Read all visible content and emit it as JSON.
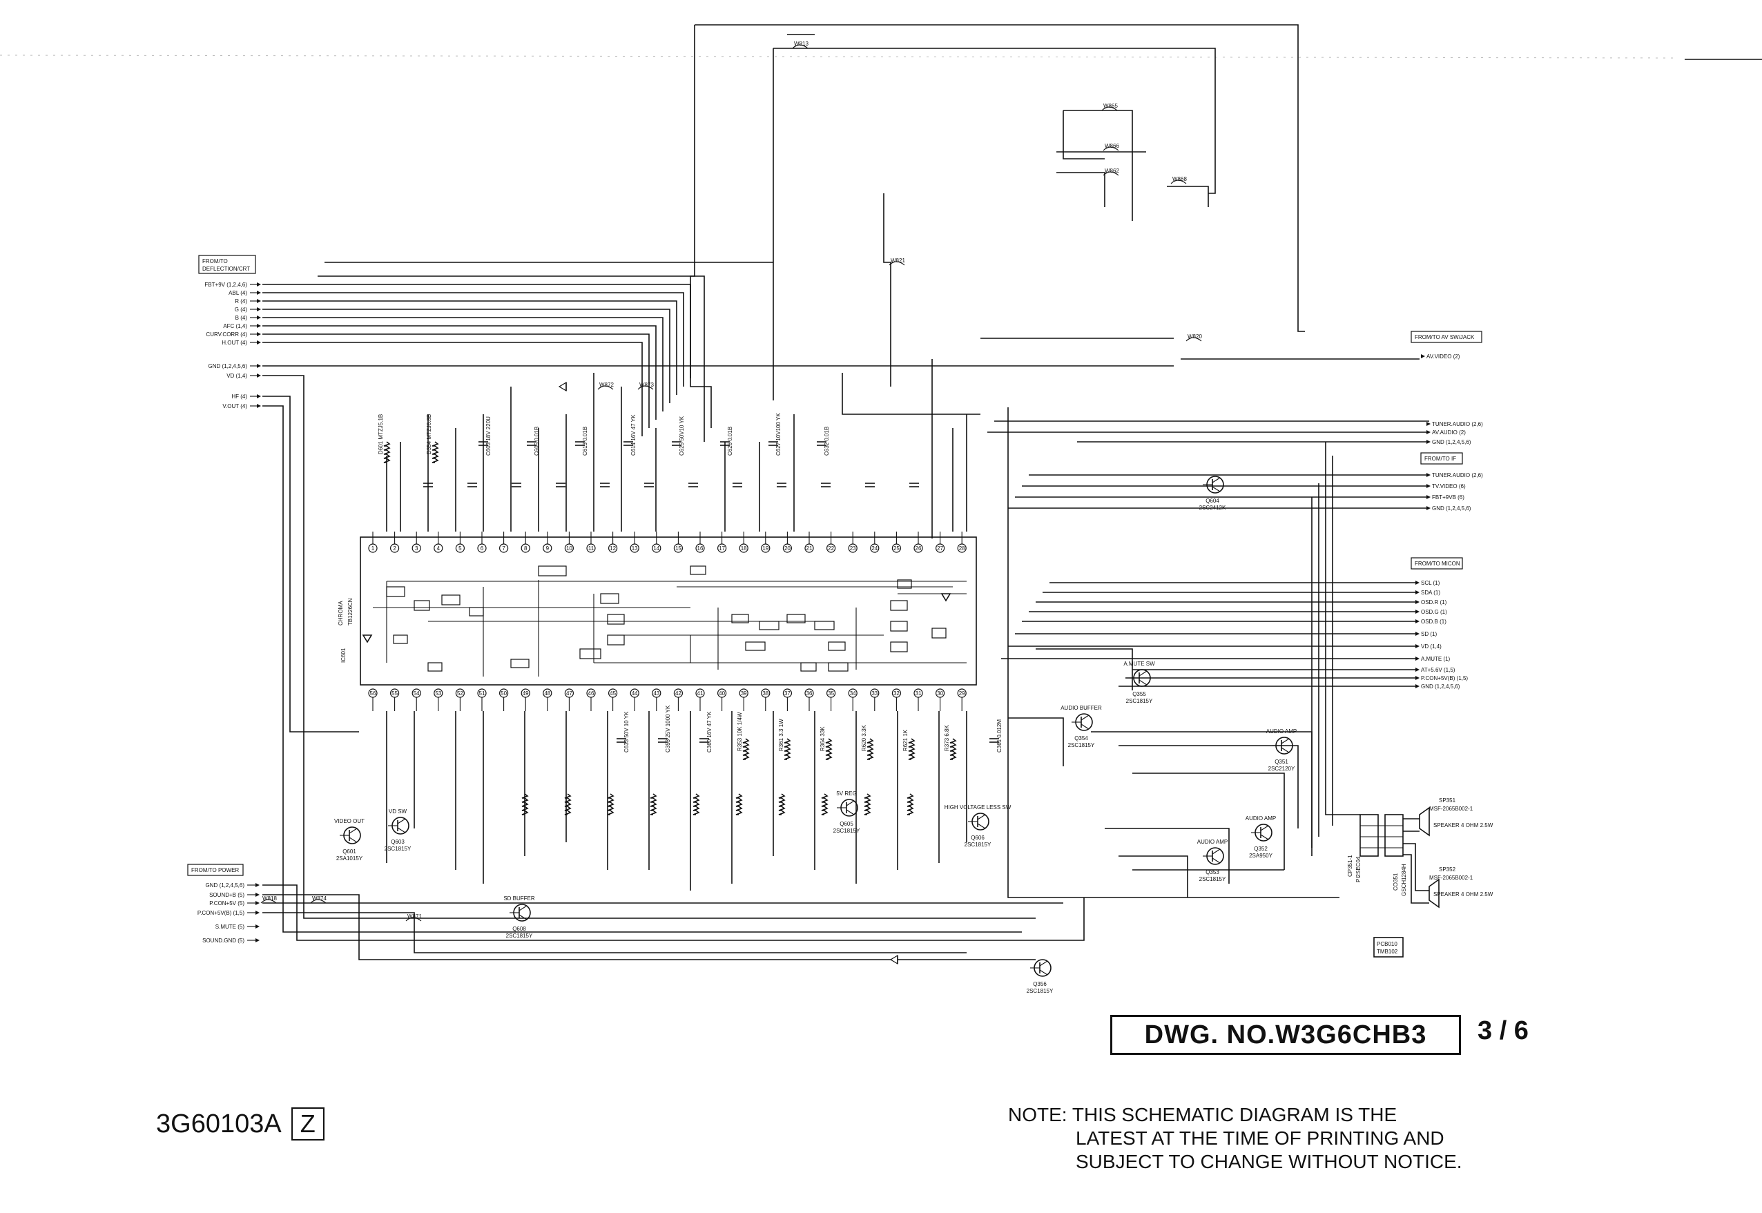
{
  "drawing": {
    "dwg_no": "DWG. NO.W3G6CHB3",
    "sheet": "3 / 6",
    "doc_code": "3G60103A",
    "revision": "Z",
    "note_prefix": "NOTE:",
    "note_lines": [
      "THIS SCHEMATIC DIAGRAM IS THE",
      "LATEST AT THE TIME OF PRINTING AND",
      "SUBJECT TO CHANGE WITHOUT NOTICE."
    ],
    "pcb_board": "PCB010",
    "pcb_sub": "TMB102"
  },
  "connectors": {
    "deflection": {
      "title": "FROM/TO DEFLECTION/CRT",
      "signals": [
        "FBT+9V (1,2,4,6)",
        "ABL (4)",
        "R (4)",
        "G (4)",
        "B (4)",
        "AFC (1,4)",
        "CURV.CORR (4)",
        "H.OUT (4)",
        "GND (1,2,4,5,6)",
        "VD (1,4)",
        "HF (4)",
        "V.OUT (4)"
      ]
    },
    "power": {
      "title": "FROM/TO POWER",
      "signals": [
        "GND (1,2,4,5,6)",
        "SOUND+B (5)",
        "P.CON+5V (5)",
        "P.CON+5V(B) (1,5)",
        "S.MUTE (5)",
        "SOUND.GND (5)"
      ]
    },
    "av": {
      "title": "FROM/TO AV SW/JACK",
      "signals": [
        "AV.VIDEO (2)"
      ]
    },
    "if": {
      "title": "FROM/TO IF",
      "signals": [
        "TUNER.AUDIO (2,6)",
        "AV.AUDIO (2)",
        "GND (1,2,4,5,6)",
        "TUNER.AUDIO (2,6)",
        "TV.VIDEO (6)",
        "FBT+9VB (6)",
        "GND (1,2,4,5,6)"
      ]
    },
    "micon": {
      "title": "FROM/TO MICON",
      "signals": [
        "SCL (1)",
        "SDA (1)",
        "OSD.R (1)",
        "OSD.G (1)",
        "OSD.B (1)",
        "SD (1)",
        "VD (1,4)",
        "A.MUTE (1)",
        "AT+5.6V (1,5)",
        "P.CON+5V(B) (1,5)",
        "GND (1,2,4,5,6)"
      ]
    }
  },
  "ic": {
    "ref": "IC601",
    "part": "TB1226CN",
    "label": "CHROMA"
  },
  "components": {
    "transistors": [
      {
        "ref": "Q601",
        "part": "2SA1015Y",
        "role": "VIDEO OUT"
      },
      {
        "ref": "Q603",
        "part": "2SC1815Y",
        "role": "VD SW"
      },
      {
        "ref": "Q604",
        "part": "2SC2412K",
        "role": ""
      },
      {
        "ref": "Q605",
        "part": "2SC1815Y",
        "role": "5V REG"
      },
      {
        "ref": "Q606",
        "part": "2SC1815Y",
        "role": "HIGH VOLTAGE LESS SW"
      },
      {
        "ref": "Q608",
        "part": "2SC1815Y",
        "role": "SD BUFFER"
      },
      {
        "ref": "Q351",
        "part": "2SC2120Y",
        "role": "AUDIO AMP"
      },
      {
        "ref": "Q352",
        "part": "2SA950Y",
        "role": "AUDIO AMP"
      },
      {
        "ref": "Q353",
        "part": "2SC1815Y",
        "role": "AUDIO AMP"
      },
      {
        "ref": "Q354",
        "part": "2SC1815Y",
        "role": "AUDIO BUFFER"
      },
      {
        "ref": "Q355",
        "part": "2SC1815Y",
        "role": "A.MUTE SW"
      },
      {
        "ref": "Q356",
        "part": "2SC1815Y",
        "role": ""
      }
    ],
    "parts": [
      "D601 MTZJ5.1B",
      "D354 MTZJ6.8B",
      "C603 18V 220U",
      "C605 0.01B",
      "C613 0.01B",
      "C614 16V 47 YK",
      "C625 50V10 YK",
      "C626 0.01B",
      "C627 10V100 YK",
      "C632 0.01B",
      "C633 50V 10 YK",
      "C353 25V 1000 YK",
      "C360 16V 47 YK",
      "R353 10K 1/4W",
      "R361 3.3 1W",
      "R364 33K",
      "R620 3.3K",
      "R621 1K",
      "R373 6.8K",
      "C361 0.012M"
    ],
    "speakers": [
      {
        "ref": "SP351",
        "part": "MSF-2065B002-1",
        "spec": "SPEAKER 4 OHM 2.5W"
      },
      {
        "ref": "SP352",
        "part": "MSF-2065B002-1",
        "spec": "SPEAKER 4 OHM 2.5W"
      }
    ],
    "jacks": [
      "CP351-1 PI2SEC04",
      "CO351 GSCH1284H"
    ]
  },
  "jumpers": [
    "W813",
    "W865",
    "W866",
    "W862",
    "W868",
    "W820",
    "W821",
    "W818",
    "W874",
    "W871",
    "W872",
    "W873"
  ],
  "ic_top_pins": [
    "1",
    "2",
    "3",
    "4",
    "5",
    "6",
    "7",
    "8",
    "9",
    "10",
    "11",
    "12",
    "13",
    "14",
    "15",
    "16",
    "17",
    "18",
    "19",
    "20",
    "21",
    "22",
    "23",
    "24",
    "25",
    "26",
    "27",
    "28"
  ],
  "ic_bottom_pins": [
    "56",
    "55",
    "54",
    "53",
    "52",
    "51",
    "50",
    "49",
    "48",
    "47",
    "46",
    "45",
    "44",
    "43",
    "42",
    "41",
    "40",
    "39",
    "38",
    "37",
    "36",
    "35",
    "34",
    "33",
    "32",
    "31",
    "30",
    "29"
  ]
}
